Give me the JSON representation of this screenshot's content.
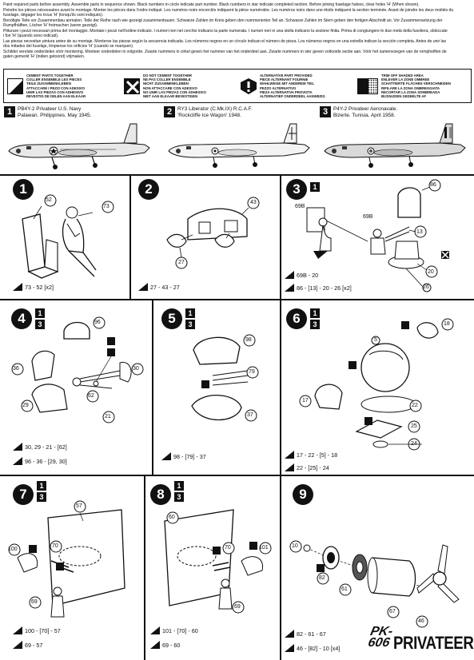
{
  "intro_lines": [
    "Paint required parts before assembly. Assemble parts in sequence shown. Black numbers in circle indicate part number. Black numbers in star indicate completed section. Before joining fuselage halves, clear holes 'H' (When shown).",
    "Peindre les pièces nécessaires avant le montage. Monter les pièces dans l'ordre indiqué. Les numéros noirs encerclés indiquent la pièce numérotée. Les numéros noirs dans une étoile indiquent la section terminée. Avant de joindre les deux moitiés du",
    "fuselage, dégager les trous 'H' (lorsqu'ils sont indiqués).",
    "Benötigte Teile vor Zusammenbau anmalen. Teile der Reihe nach wie gezeigt zusammenbauen. Schwarze Zahlen im Kreis geben den nummerierten Teil an. Schwarze Zahlen im Stern geben den fertigen Abschnitt an. Vor Zusammensetzung der",
    "Rumpfhälften, Löcher 'H' freimachen (wenn gezeigt).",
    "Pitturare i pezzi necessari prima del montaggio. Montate i pezzi nell'ordine indicato. I numeri neri nel cerchio indicano la parte numerata. I numeri neri in una stella indicano la sezione finita. Prima di congiungere le due metà della fusoliera, sbloccate",
    "i fori 'H' (quando sono indicati).",
    "Las piezas necesitan pintura antes de su montaje. Monterse las piezas según la secuencia indicada. Los números negros en un círculo indican el número de pieza. Los números negros en una estrella indican la sección completa. Antes de unir las",
    "dos mitades del fuselaje, limpiense los orificios 'H' (cuando se marquen).",
    "Schilder vereiste onderdelen vóór montering. Monteer onderdelen in volgorde. Zwarte nummers in cirkel geven het nummer van het onderdeel aan. Zwarte nummers in ster geven voltooide sectie aan. Vóór het samenvoegen van de rompheiften de",
    "gaten gemerkt 'H' (indien getoond) vrijmaken."
  ],
  "legend": [
    {
      "icon": "cement-icon",
      "lines": [
        "CEMENT PARTS TOGETHER",
        "COLLER ENSEMBLE LES PIECES",
        "TEILE ZUSAMMENKLEBEN",
        "ATTACCARE I PEZZI CON ADESIVO",
        "UNIR LAS PIEZAS CON ADHESIVO",
        "REVESTIG DE DELEN AAN ELKAAR"
      ]
    },
    {
      "icon": "no-cement-icon",
      "lines": [
        "DO NOT CEMENT TOGETHER",
        "NE PAS COLLER ENSEMBLE",
        "NICHT ZUSAMMENKLEBEN",
        "NON ATTACCARE CON ADESIVO",
        "NO UNIR LAS PIEZAS CON ADHESIVO",
        "NIET AAN ELKAAR BEVESTIGEN"
      ]
    },
    {
      "icon": "alternative-part-icon",
      "lines": [
        "ALTERNATIVE PART PROVIDED",
        "PIECE ALTERNANT FOURNIE",
        "WAHLWEISE MIT ANDEREM TEIL",
        "PEZZO ALTERNATIVO",
        "PIEZA ALTERNATIVA PROVISTA",
        "ALTERNATIEF ONDERDEEL AANWEZIG"
      ]
    },
    {
      "icon": "trim-shaded-icon",
      "lines": [
        "TRIM OFF SHADED AREA",
        "ENLEVER LA ZONE OMBREE",
        "SCHATTIERTE FLÄCHEN VERSCHNEIDEN",
        "RIFILARE LA ZONA OMBREGGIATA",
        "RECORTAR LA ZONA SOMBREADA",
        "BIJSNIJDEN GEDEELTE AF"
      ]
    }
  ],
  "versions": [
    {
      "num": "1",
      "lines": [
        "PB4Y-2 Privateer  U.S. Navy",
        "Palawan. Philippines. May 1945."
      ]
    },
    {
      "num": "2",
      "lines": [
        "RY3 Liberator (C.Mk.IX)  R.C.A.F.",
        "'Rockcliffe Ice Wagon'  1948."
      ]
    },
    {
      "num": "3",
      "lines": [
        "P4Y-2 Privateer  Aeronavale.",
        "Bizerte. Tunisia.  April 1958."
      ]
    }
  ],
  "steps": [
    {
      "n": "1",
      "versions": [],
      "parts": [
        "52",
        "73"
      ],
      "notes": [
        "73 - 52 [x2]"
      ]
    },
    {
      "n": "2",
      "versions": [],
      "parts": [
        "43",
        "27"
      ],
      "notes": [
        "27 - 43 - 27"
      ]
    },
    {
      "n": "3",
      "versions": [
        "1"
      ],
      "parts": [
        "86",
        "69B",
        "69B",
        "13",
        "20",
        "26"
      ],
      "notes": [
        "69B - 20",
        "86 - [13] - 20 - 26 [x2]"
      ]
    },
    {
      "n": "4",
      "versions": [
        "1",
        "3"
      ],
      "parts": [
        "96",
        "36",
        "30",
        "62",
        "29",
        "21"
      ],
      "notes": [
        "30, 29 - 21 - [62]",
        "96 - 36 - [29, 30]"
      ]
    },
    {
      "n": "5",
      "versions": [
        "1",
        "3"
      ],
      "parts": [
        "98",
        "79",
        "37"
      ],
      "notes": [
        "98 - [79] - 37"
      ]
    },
    {
      "n": "6",
      "versions": [
        "1",
        "3"
      ],
      "parts": [
        "18",
        "5",
        "17",
        "22",
        "25",
        "24"
      ],
      "notes": [
        "17 - 22 - [5] - 18",
        "22 - [25] - 24"
      ]
    },
    {
      "n": "7",
      "versions": [
        "1",
        "3"
      ],
      "parts": [
        "57",
        "100",
        "70",
        "69"
      ],
      "notes": [
        "100 - [70] - 57",
        "69 - 57"
      ]
    },
    {
      "n": "8",
      "versions": [
        "1",
        "3"
      ],
      "parts": [
        "60",
        "70",
        "101",
        "69"
      ],
      "notes": [
        "101 - [70] - 60",
        "69 - 60"
      ]
    },
    {
      "n": "9",
      "versions": [],
      "parts": [
        "10",
        "82",
        "61",
        "67",
        "46"
      ],
      "notes": [
        "82 - 61 - 67",
        "46 - [82] - 10 [x4]"
      ]
    }
  ],
  "brand": {
    "code": "PK-606",
    "code_top": "PK-",
    "code_bottom": "606",
    "name": "PRIVATEER"
  }
}
